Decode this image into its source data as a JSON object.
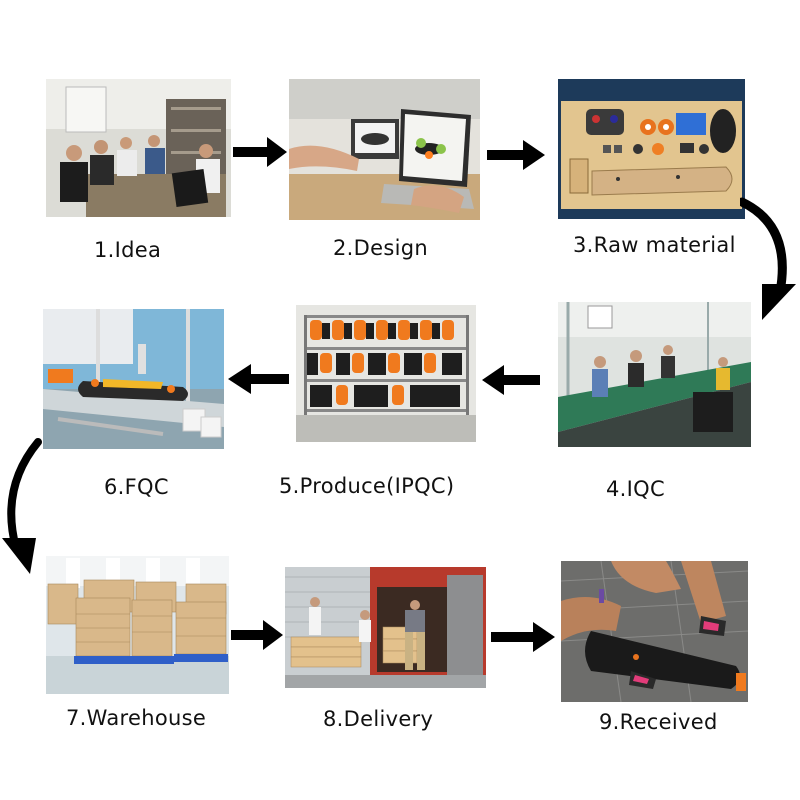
{
  "steps": [
    {
      "label": "1.Idea",
      "icon": "team-meeting-photo"
    },
    {
      "label": "2.Design",
      "icon": "laptop-design-photo"
    },
    {
      "label": "3.Raw material",
      "icon": "raw-parts-photo"
    },
    {
      "label": "4.IQC",
      "icon": "inspection-line-photo"
    },
    {
      "label": "5.Produce(IPQC)",
      "icon": "production-rack-photo"
    },
    {
      "label": "6.FQC",
      "icon": "test-rig-photo"
    },
    {
      "label": "7.Warehouse",
      "icon": "warehouse-boxes-photo"
    },
    {
      "label": "8.Delivery",
      "icon": "truck-loading-photo"
    },
    {
      "label": "9.Received",
      "icon": "board-received-photo"
    }
  ],
  "colors": {
    "arrow": "#000000",
    "background": "#ffffff"
  }
}
